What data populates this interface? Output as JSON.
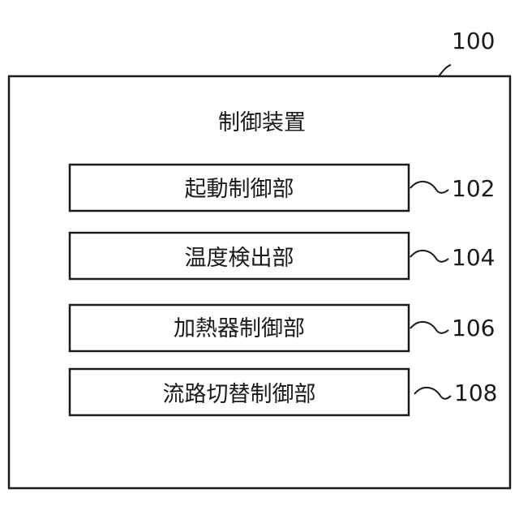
{
  "device": {
    "title": "制御装置",
    "reference_number": "100"
  },
  "blocks": [
    {
      "label": "起動制御部",
      "reference_number": "102"
    },
    {
      "label": "温度検出部",
      "reference_number": "104"
    },
    {
      "label": "加熱器制御部",
      "reference_number": "106"
    },
    {
      "label": "流路切替制御部",
      "reference_number": "108"
    }
  ]
}
